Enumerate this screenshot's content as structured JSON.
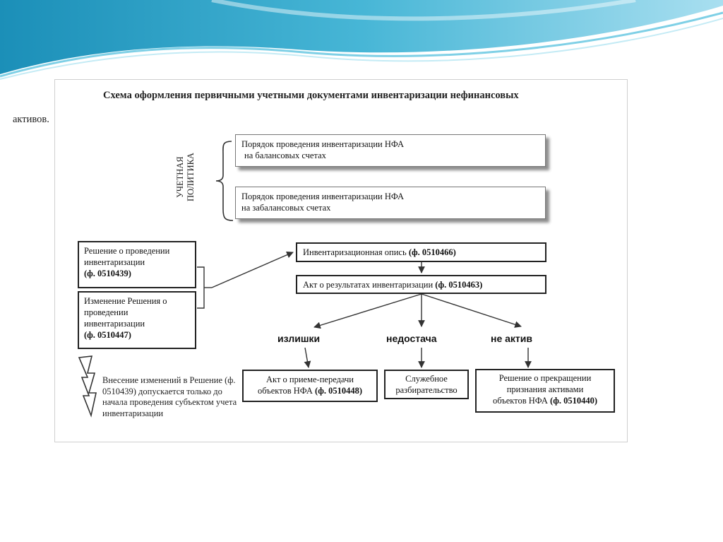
{
  "title": {
    "line1": "Схема оформления первичными учетными документами инвентаризации нефинансовых",
    "line2": "активов."
  },
  "policy_label": "УЧЕТНАЯ ПОЛИТИКА",
  "policy_boxes": [
    {
      "line1": "Порядок проведения инвентаризации НФА",
      "line2": "на балансовых счетах"
    },
    {
      "line1": "Порядок проведения инвентаризации НФА",
      "line2": "на забалансовых счетах"
    }
  ],
  "decision_box": {
    "text": "Решение о проведении инвентаризации",
    "code": "(ф. 0510439)"
  },
  "change_box": {
    "text": "Изменение Решения о проведении инвентаризации",
    "code": "(ф. 0510447)"
  },
  "inventory_list": {
    "text": "Инвентаризационная опись",
    "code": "(ф. 0510466)"
  },
  "results_act": {
    "text": "Акт о результатах инвентаризации",
    "code": "(ф. 0510463)"
  },
  "branches": [
    "излишки",
    "недостача",
    "не актив"
  ],
  "transfer_act": {
    "line1": "Акт о приеме-передачи",
    "line2": "объектов НФА",
    "code": "(ф. 0510448)"
  },
  "investigation": {
    "line1": "Служебное",
    "line2": "разбирательство"
  },
  "termination": {
    "line1": "Решение о прекращении",
    "line2": "признания активами",
    "line3": "объектов  НФА",
    "code": "(ф. 0510440)"
  },
  "note": "Внесение изменений в Решение (ф. 0510439) допускается только до начала проведения субъектом учета инвентаризации",
  "colors": {
    "wave_dark": "#2a9fc6",
    "wave_light": "#8fd3e6",
    "border": "#222222"
  }
}
